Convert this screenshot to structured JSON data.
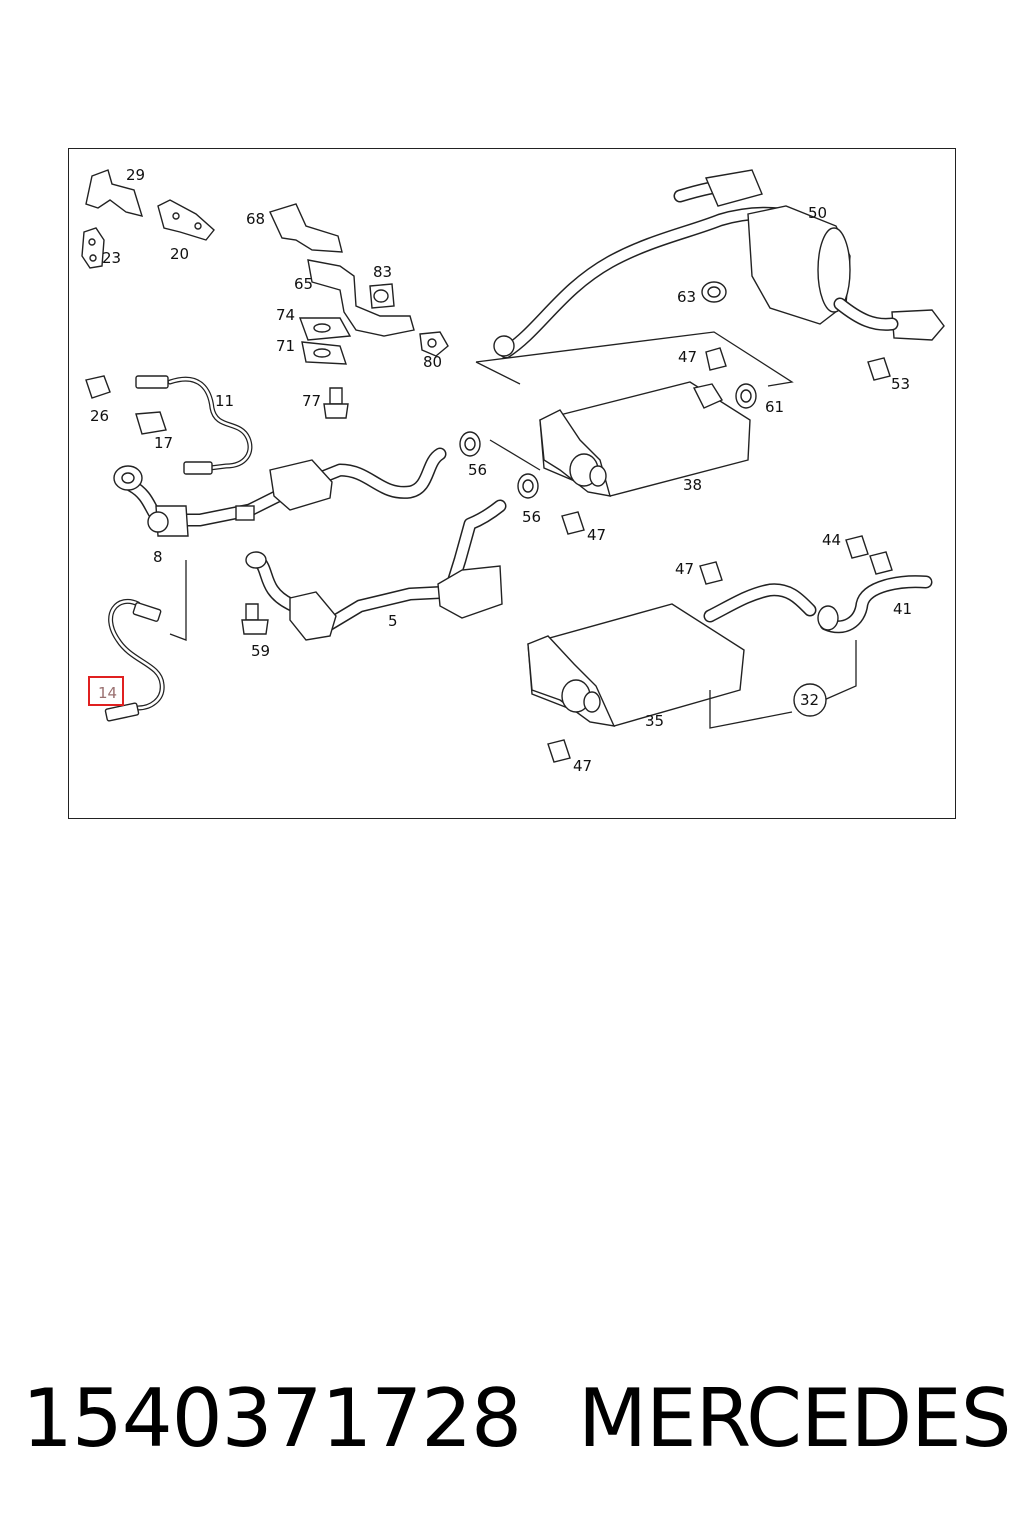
{
  "diagram": {
    "highlighted_callout": "14",
    "highlight_color": "#e02020",
    "callouts": {
      "c29": "29",
      "c23": "23",
      "c20": "20",
      "c68": "68",
      "c65": "65",
      "c83": "83",
      "c74": "74",
      "c71": "71",
      "c80": "80",
      "c77": "77",
      "c26": "26",
      "c17": "17",
      "c11": "11",
      "c8": "8",
      "c14": "14",
      "c59": "59",
      "c5": "5",
      "c56a": "56",
      "c56b": "56",
      "c47a": "47",
      "c47b": "47",
      "c47c": "47",
      "c47d": "47",
      "c38": "38",
      "c61": "61",
      "c50": "50",
      "c63": "63",
      "c53": "53",
      "c44": "44",
      "c41": "41",
      "c32": "32",
      "c35": "35"
    }
  },
  "footer": {
    "part_number": "1540371728",
    "brand": "MERCEDES"
  }
}
